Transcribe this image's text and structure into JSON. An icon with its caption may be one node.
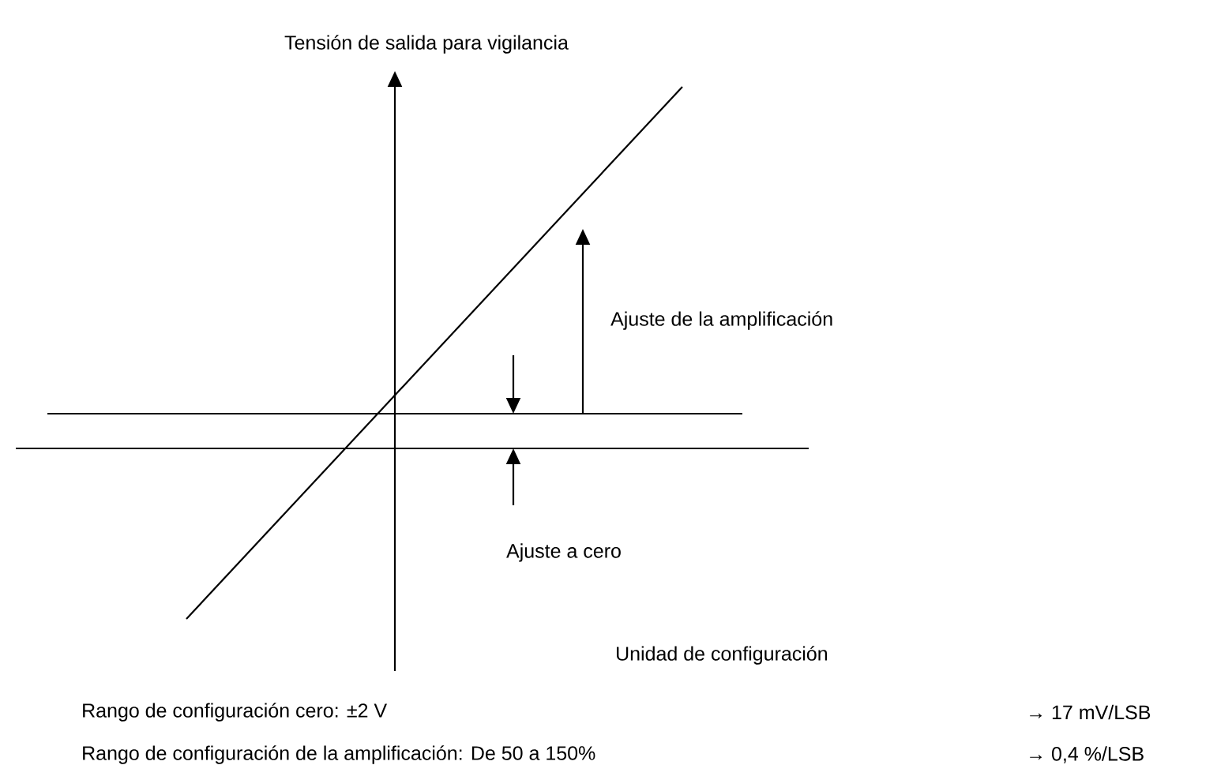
{
  "diagram": {
    "labels": [
      "Tensión de salida para vigilancia",
      "Ajuste de la amplificación",
      "Ajuste a cero",
      "Unidad de configuración",
      "Rango de configuración cero: ±2 V",
      "→ 17 mV/LSB",
      "Rango de configuración de la amplificación: De 50 a 150%",
      "→ 0,4 %/LSB"
    ]
  }
}
